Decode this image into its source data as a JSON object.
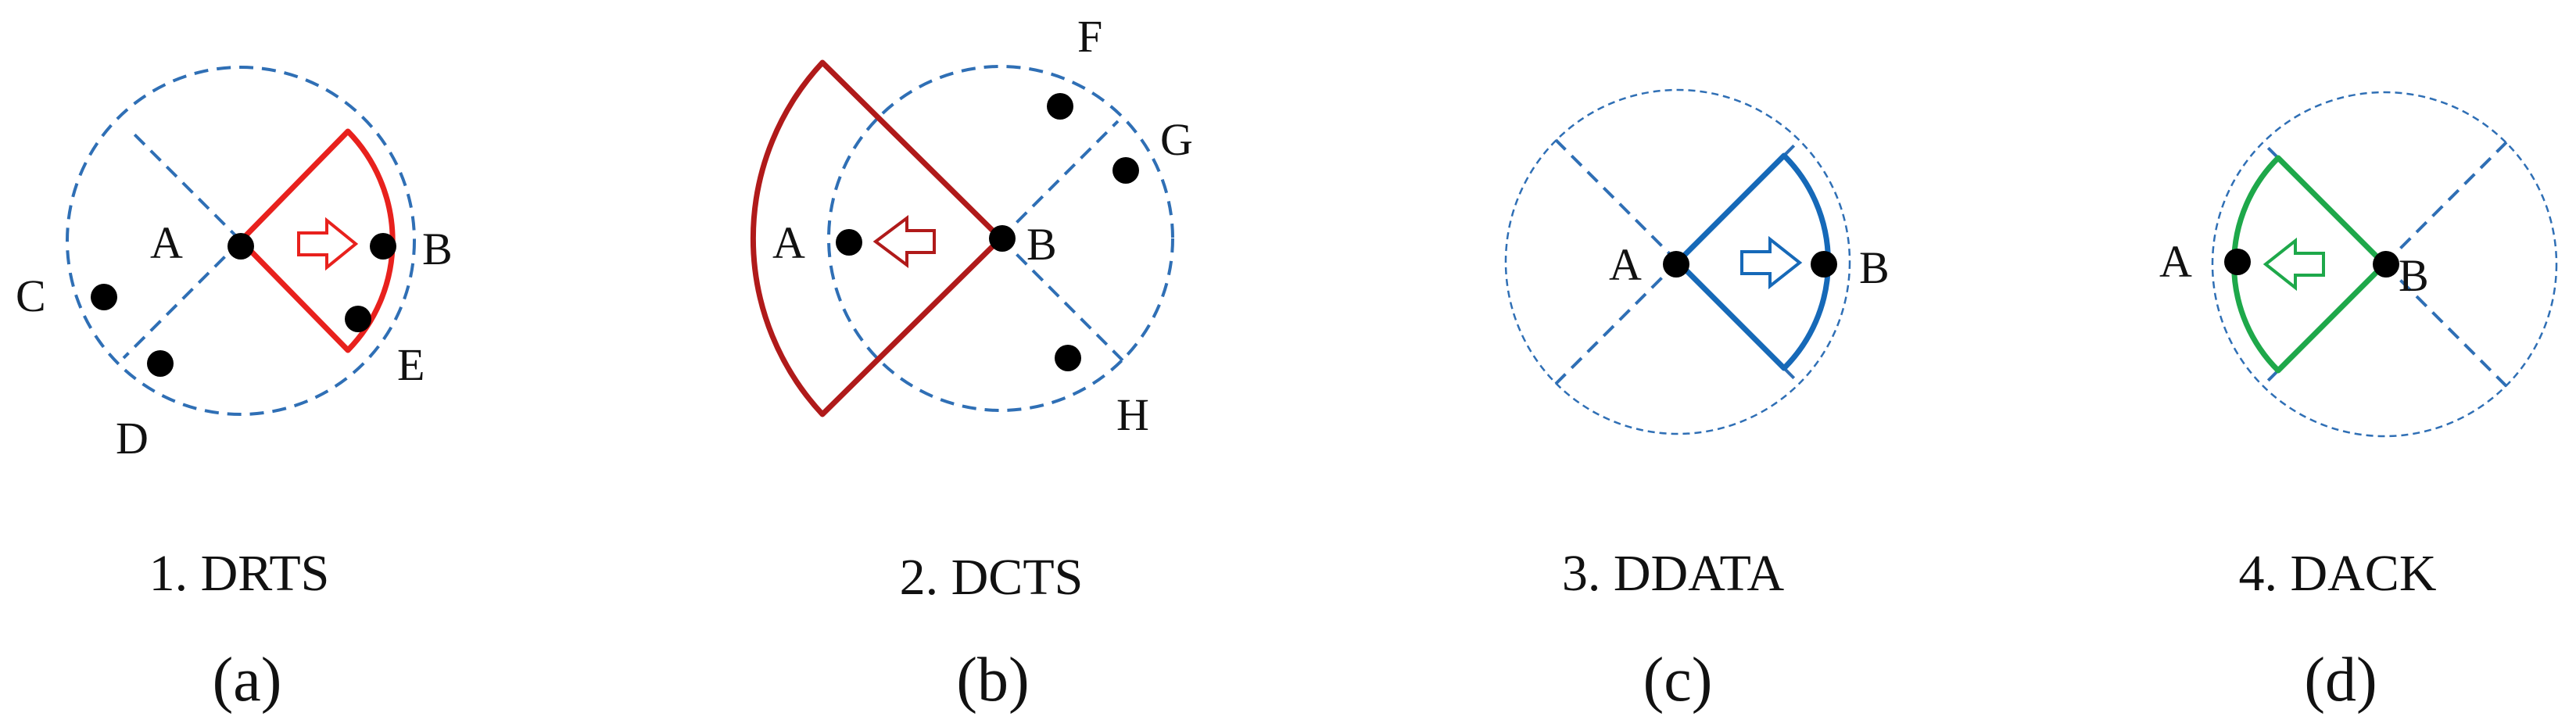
{
  "colors": {
    "circle_dashed": "#2f6fb5",
    "drts": "#e8211d",
    "dcts": "#b01a1a",
    "ddata": "#1669b8",
    "dack": "#1ea84a"
  },
  "panels": [
    {
      "id": "a",
      "step_label": "1. DRTS",
      "sub_label": "(a)",
      "sector_direction": "right",
      "arrow_direction": "right",
      "node_labels": [
        "A",
        "B",
        "C",
        "D",
        "E"
      ]
    },
    {
      "id": "b",
      "step_label": "2. DCTS",
      "sub_label": "(b)",
      "sector_direction": "left",
      "arrow_direction": "left",
      "node_labels": [
        "A",
        "B",
        "F",
        "G",
        "H"
      ]
    },
    {
      "id": "c",
      "step_label": "3. DDATA",
      "sub_label": "(c)",
      "sector_direction": "right",
      "arrow_direction": "right",
      "node_labels": [
        "A",
        "B"
      ]
    },
    {
      "id": "d",
      "step_label": "4. DACK",
      "sub_label": "(d)",
      "sector_direction": "left",
      "arrow_direction": "left",
      "node_labels": [
        "A",
        "B"
      ]
    }
  ]
}
